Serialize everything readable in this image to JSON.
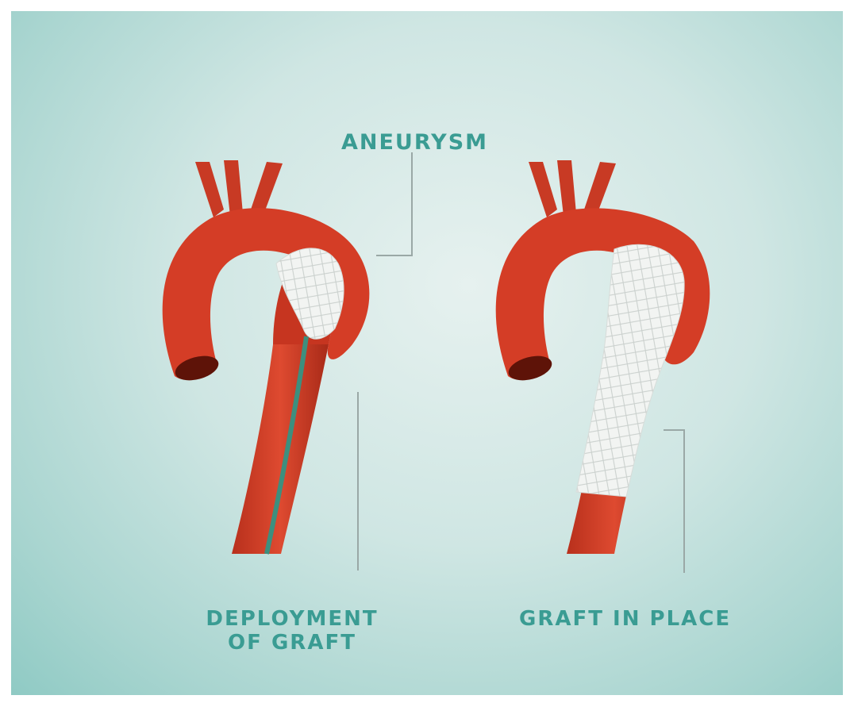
{
  "labels": {
    "aneurysm": "ANEURYSM",
    "deployment_line1": "DEPLOYMENT",
    "deployment_line2": "OF GRAFT",
    "graft_in_place": "GRAFT IN PLACE"
  },
  "colors": {
    "background": "#cfe6e3",
    "aorta": "#d43d26",
    "aorta_dark": "#a82a18",
    "graft": "#f2f4f2",
    "guidewire": "#3d8f7e",
    "label_text": "#3a9c93",
    "leader_line": "#9aa8a6"
  }
}
